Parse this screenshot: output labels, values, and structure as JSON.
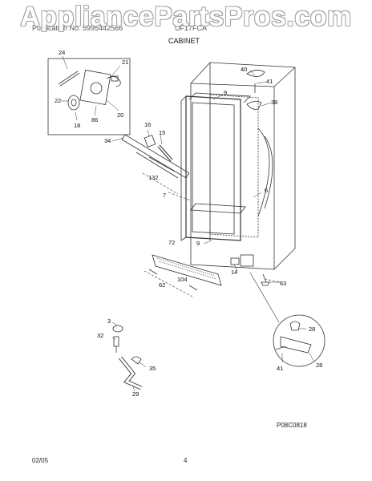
{
  "watermark": "AppliancePartsPros.com",
  "header": {
    "left": "Publication No. 5995442566",
    "right": "UF17FCA",
    "section": "CABINET"
  },
  "parts": {
    "p24": "24",
    "p21": "21",
    "p22": "22",
    "p86": "86",
    "p20": "20",
    "p18": "18",
    "p40": "40",
    "p41a": "41",
    "p38": "38",
    "p9a": "9",
    "p16": "16",
    "p15": "15",
    "p34": "34",
    "p132": "132",
    "p7": "7",
    "p6": "6",
    "p9b": "9",
    "p72": "72",
    "p104": "104",
    "p62": "62",
    "p14": "14",
    "p63": "63",
    "p3": "3",
    "p32": "32",
    "p35": "35",
    "p29": "29",
    "p28a": "28",
    "p41b": "41",
    "p28b": "28"
  },
  "diagram_code": "P08C0818",
  "footer": {
    "date": "02/05",
    "page": "4"
  }
}
